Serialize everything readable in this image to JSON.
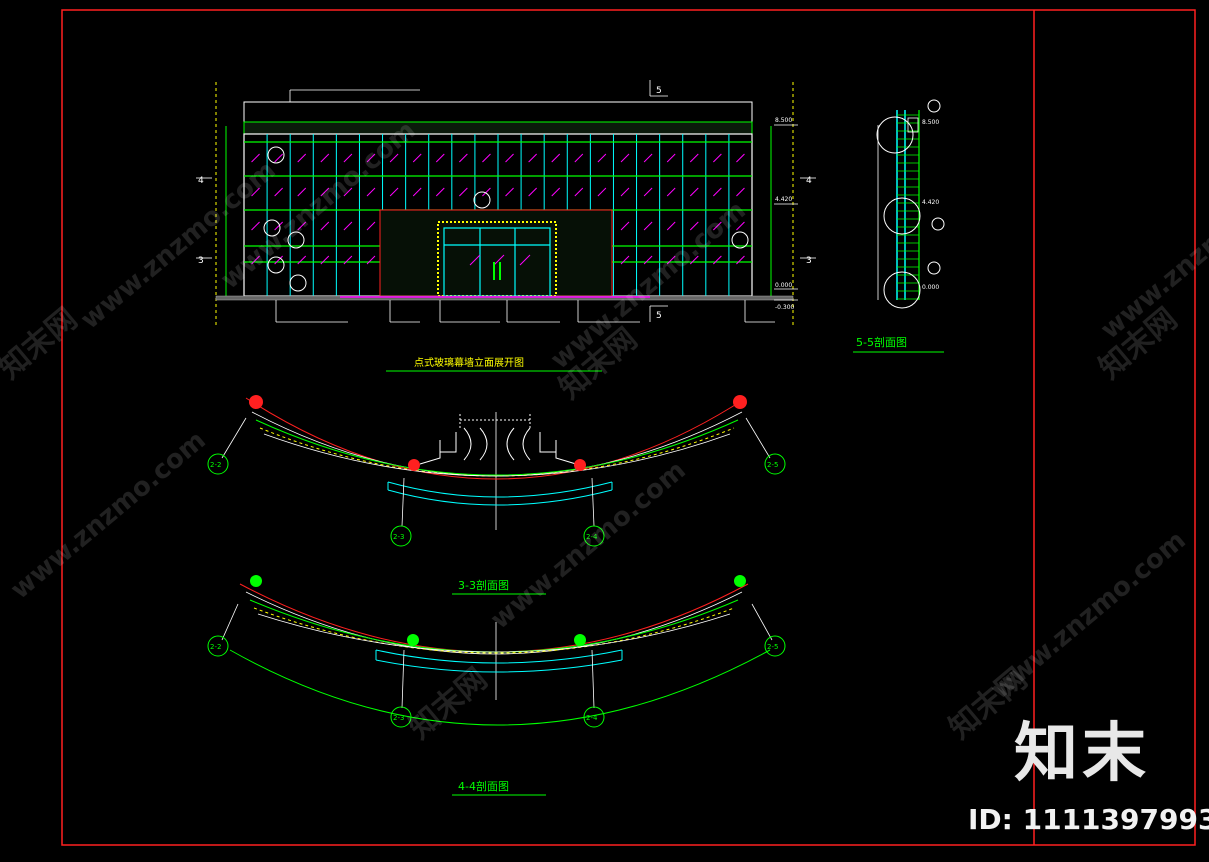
{
  "drawing": {
    "elevation_title": "点式玻璃幕墙立面展开图",
    "section_55_title": "5-5剖面图",
    "section_33_title": "3-3剖面图",
    "section_44_title": "4-4剖面图",
    "elevation_levels": [
      "8.500",
      "4.420",
      "0.000",
      "-0.300"
    ],
    "section_55_levels": [
      "8.500",
      "4.420",
      "0.000"
    ],
    "elevation_axis_marks": [
      "4",
      "3",
      "4",
      "3",
      "5",
      "5"
    ],
    "grid_refs": [
      "2-2",
      "2-3",
      "2-4",
      "2-5"
    ],
    "colors": {
      "frame": "#ff2020",
      "grid": "#00ff00",
      "mullion": "#00ffff",
      "glass_mark": "#ff00ff",
      "outline": "#ffffff",
      "yellow": "#ffff00",
      "node_red": "#ff2020",
      "node_green": "#00ff00"
    }
  },
  "watermark": {
    "text": "www.znzmo.com",
    "logo_text": "知末网"
  },
  "brand": {
    "logo": "知末",
    "id_label": "ID: 1111397993"
  }
}
